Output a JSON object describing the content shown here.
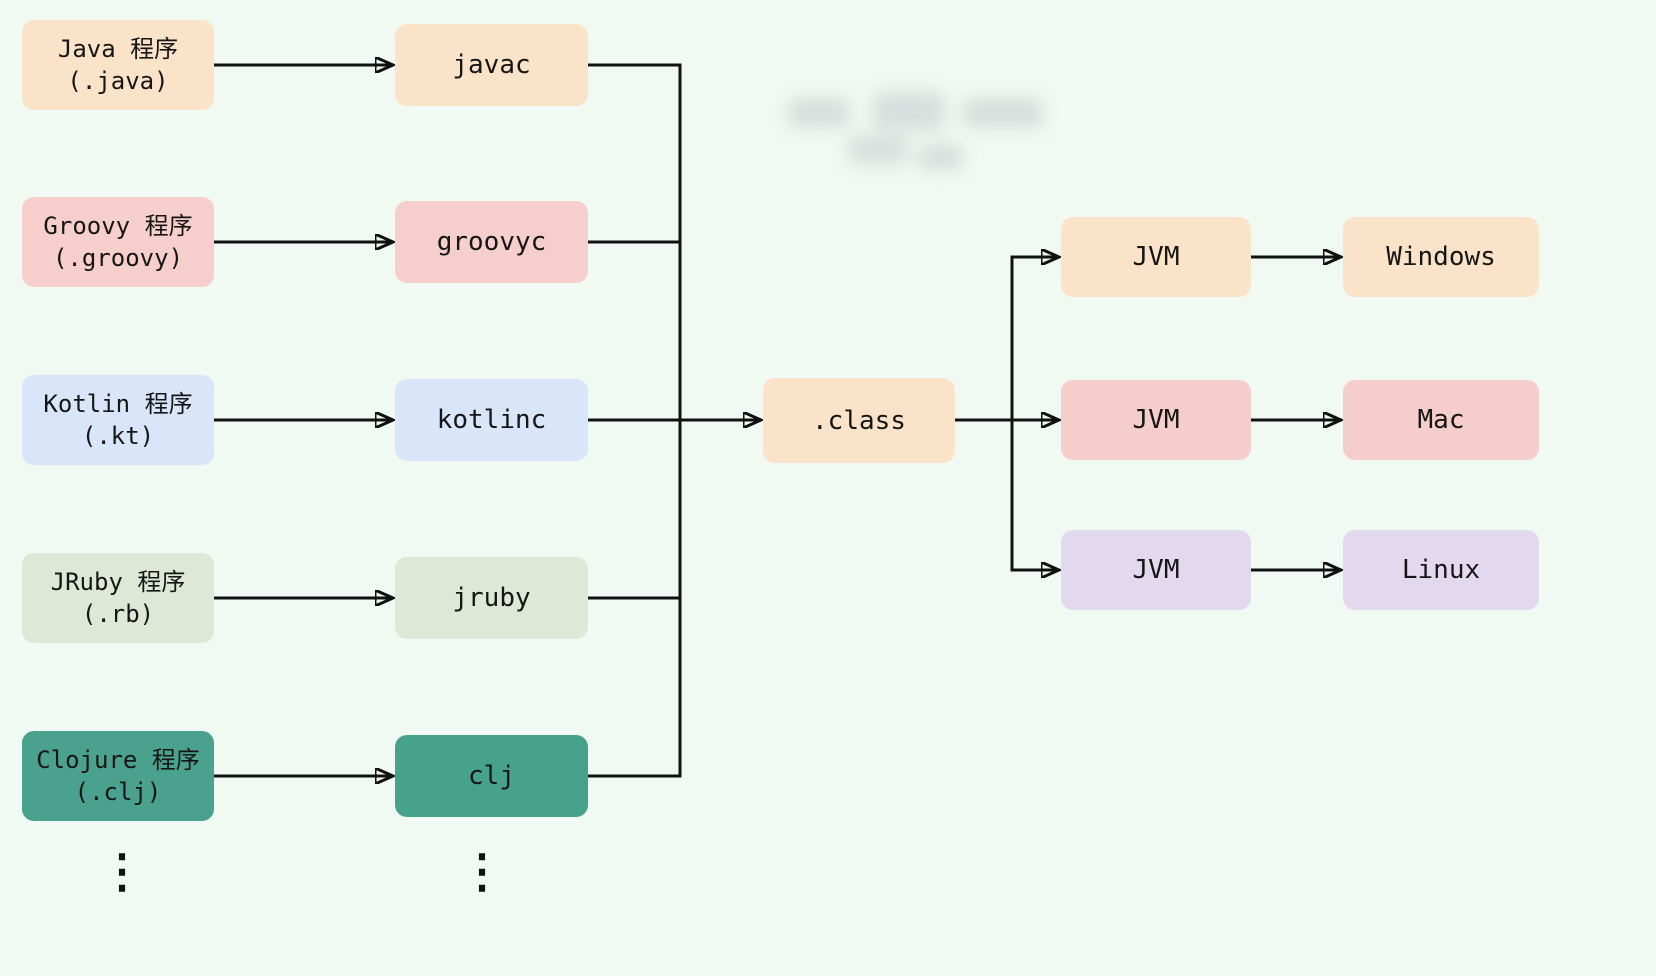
{
  "diagram": {
    "background": "#f0faf3",
    "arrow_color": "#111111",
    "sources": [
      {
        "line1": "Java 程序",
        "line2": "(.java)",
        "bg": "#fbe3c9"
      },
      {
        "line1": "Groovy 程序",
        "line2": "(.groovy)",
        "bg": "#f6cfcc"
      },
      {
        "line1": "Kotlin 程序",
        "line2": "(.kt)",
        "bg": "#d9e5f8"
      },
      {
        "line1": "JRuby 程序",
        "line2": "(.rb)",
        "bg": "#dde9d6"
      },
      {
        "line1": "Clojure 程序",
        "line2": "(.clj)",
        "bg": "#4aa18d"
      }
    ],
    "compilers": [
      {
        "label": "javac",
        "bg": "#fbe3c9"
      },
      {
        "label": "groovyc",
        "bg": "#f6cfcc"
      },
      {
        "label": "kotlinc",
        "bg": "#d9e5f8"
      },
      {
        "label": "jruby",
        "bg": "#dde9d6"
      },
      {
        "label": "clj",
        "bg": "#47a28c"
      }
    ],
    "class_file": {
      "label": ".class",
      "bg": "#fbe3c9"
    },
    "jvms": [
      {
        "label": "JVM",
        "bg": "#fbe3c9"
      },
      {
        "label": "JVM",
        "bg": "#f5cdca"
      },
      {
        "label": "JVM",
        "bg": "#e2d9ee"
      }
    ],
    "platforms": [
      {
        "label": "Windows",
        "bg": "#fbe3c9"
      },
      {
        "label": "Mac",
        "bg": "#f5cdca"
      },
      {
        "label": "Linux",
        "bg": "#e2d9ee"
      }
    ],
    "ellipsis": "⋮"
  }
}
